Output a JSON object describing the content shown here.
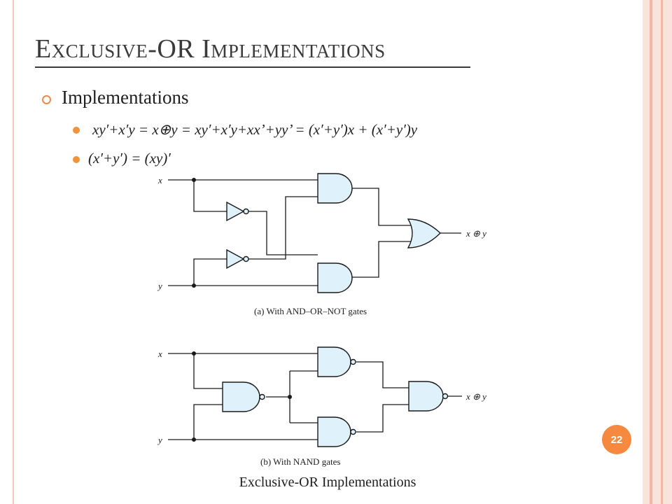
{
  "slide": {
    "title": "Exclusive-OR Implementations",
    "bullet_main": "Implementations",
    "bullet_eq1": "xy′+x′y = x⊕y = xy′+x′y+xx’+yy’ = (x′+y′)x + (x′+y′)y",
    "bullet_eq2": "(x′+y′) = (xy)′",
    "page_number": "22",
    "footer": "Exclusive-OR Implementations"
  },
  "diagram_a": {
    "input_x": "x",
    "input_y": "y",
    "output": "x ⊕ y",
    "caption": "(a) With AND–OR–NOT gates"
  },
  "diagram_b": {
    "input_x": "x",
    "input_y": "y",
    "output": "x ⊕ y",
    "caption": "(b) With NAND gates"
  },
  "colors": {
    "gate_fill": "#dff1fb",
    "accent_orange": "#f4893f",
    "side_band": "#f9e4dc"
  }
}
